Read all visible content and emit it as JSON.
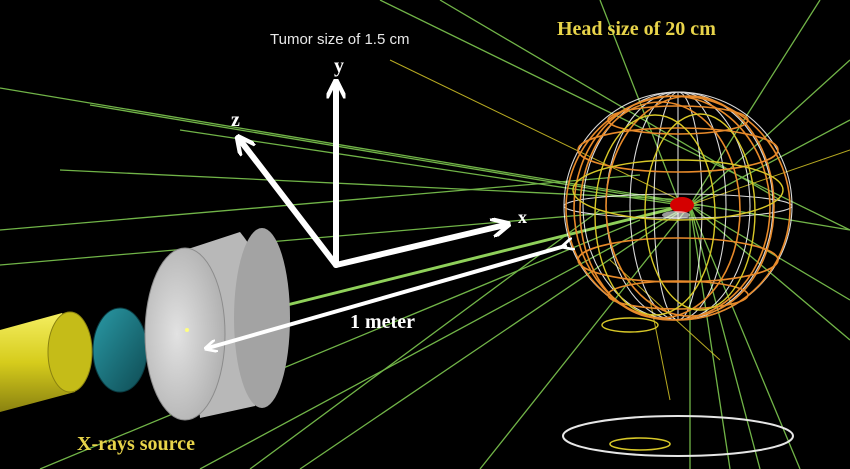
{
  "labels": {
    "tumor": "Tumor size of 1.5 cm",
    "head": "Head size of 20 cm",
    "source": "X-rays source",
    "distance": "1 meter",
    "axis_x": "x",
    "axis_y": "y",
    "axis_z": "z"
  },
  "colors": {
    "background": "#000000",
    "beam_lines": "#7ec850",
    "head_label": "#e8d44a",
    "source_label": "#e8d44a",
    "tumor": "#d40000",
    "sphere_meridians": "#ffffff",
    "sphere_orange": "#e88a2a",
    "sphere_yellow": "#d8c828",
    "source_cylinder": "#d8d020",
    "filter_disk": "#1f7f8a",
    "collimator": "#c9c9c9",
    "arrows": "#ffffff"
  }
}
